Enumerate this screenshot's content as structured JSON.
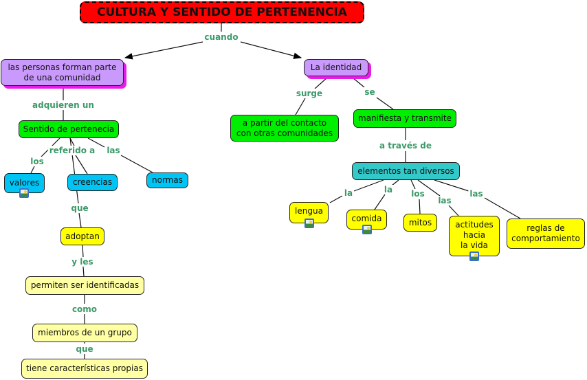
{
  "title": "CULTURA Y SENTIDO DE PERTENENCIA",
  "concepts": {
    "personas": "las personas forman parte\nde una comunidad",
    "identidad": "La identidad",
    "sentido": "Sentido de pertenecia",
    "valores": "valores",
    "creencias": "creencias",
    "normas": "normas",
    "adoptan": "adoptan",
    "permiten": "permiten ser identificadas",
    "miembros": "miembros de un grupo",
    "tiene": "tiene características propias",
    "a_partir": "a partir del contacto\ncon otras comunidades",
    "manifiesta": "manifiesta y transmite",
    "elementos": "elementos tan diversos",
    "lengua": "lengua",
    "comida": "comida",
    "mitos": "mitos",
    "actitudes": "actitudes\nhacia\nla vida",
    "reglas": "reglas de\ncomportamiento"
  },
  "links": {
    "cuando": "cuando",
    "adquieren": "adquieren un",
    "los1": "los",
    "referido": "referido a",
    "las1": "las",
    "que1": "que",
    "y_les": "y les",
    "como": "como",
    "que2": "que",
    "surge": "surge",
    "se": "se",
    "a_traves": "a través de",
    "la1": "la",
    "la2": "la",
    "los2": "los",
    "las2": "las",
    "las3": "las"
  },
  "icons": [
    "image-icon"
  ]
}
